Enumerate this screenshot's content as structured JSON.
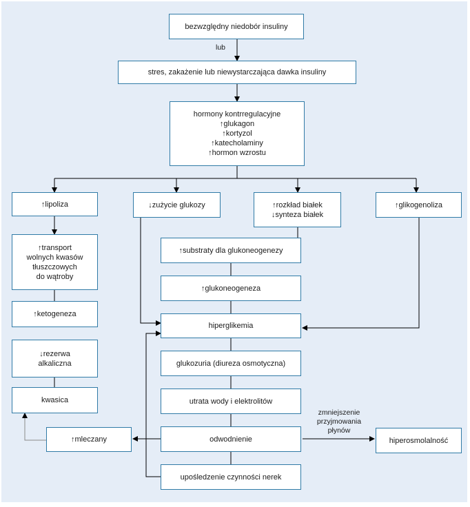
{
  "nodes": {
    "insulin_deficit": "bezwzględny niedobór insuliny",
    "stress": "stres, zakażenie lub niewystarczająca dawka insuliny",
    "hormones": "hormony kontrregulacyjne\n↑glukagon\n↑kortyzol\n↑katecholaminy\n↑hormon wzrostu",
    "lipolysis": "↑lipoliza",
    "glucose_use": "↓zużycie glukozy",
    "protein": "↑rozkład białek\n↓synteza białek",
    "glycogenolysis": "↑glikogenoliza",
    "transport": "↑transport\nwolnych kwasów\ntłuszczowych\ndo wątroby",
    "ketogenesis": "↑ketogeneza",
    "alkaline": "↓rezerwa\nalkaliczna",
    "acidosis": "kwasica",
    "substrates": "↑substraty dla glukoneogenezy",
    "gluconeogenesis": "↑glukoneogeneza",
    "hyperglycemia": "hiperglikemia",
    "glucosuria": "glukozuria (diureza osmotyczna)",
    "water_loss": "utrata wody i elektrolitów",
    "dehydration": "odwodnienie",
    "kidney": "upośledzenie czynności nerek",
    "lactate": "↑mleczany",
    "hyperosmolality": "hiperosmolalność"
  },
  "edge_labels": {
    "or": "lub",
    "intake": "zmniejszenie\nprzyjmowania\npłynów"
  },
  "colors": {
    "box_border": "#2f7aa6",
    "background": "#e5edf7",
    "line": "#000000",
    "gray_line": "#8a8a8a"
  }
}
